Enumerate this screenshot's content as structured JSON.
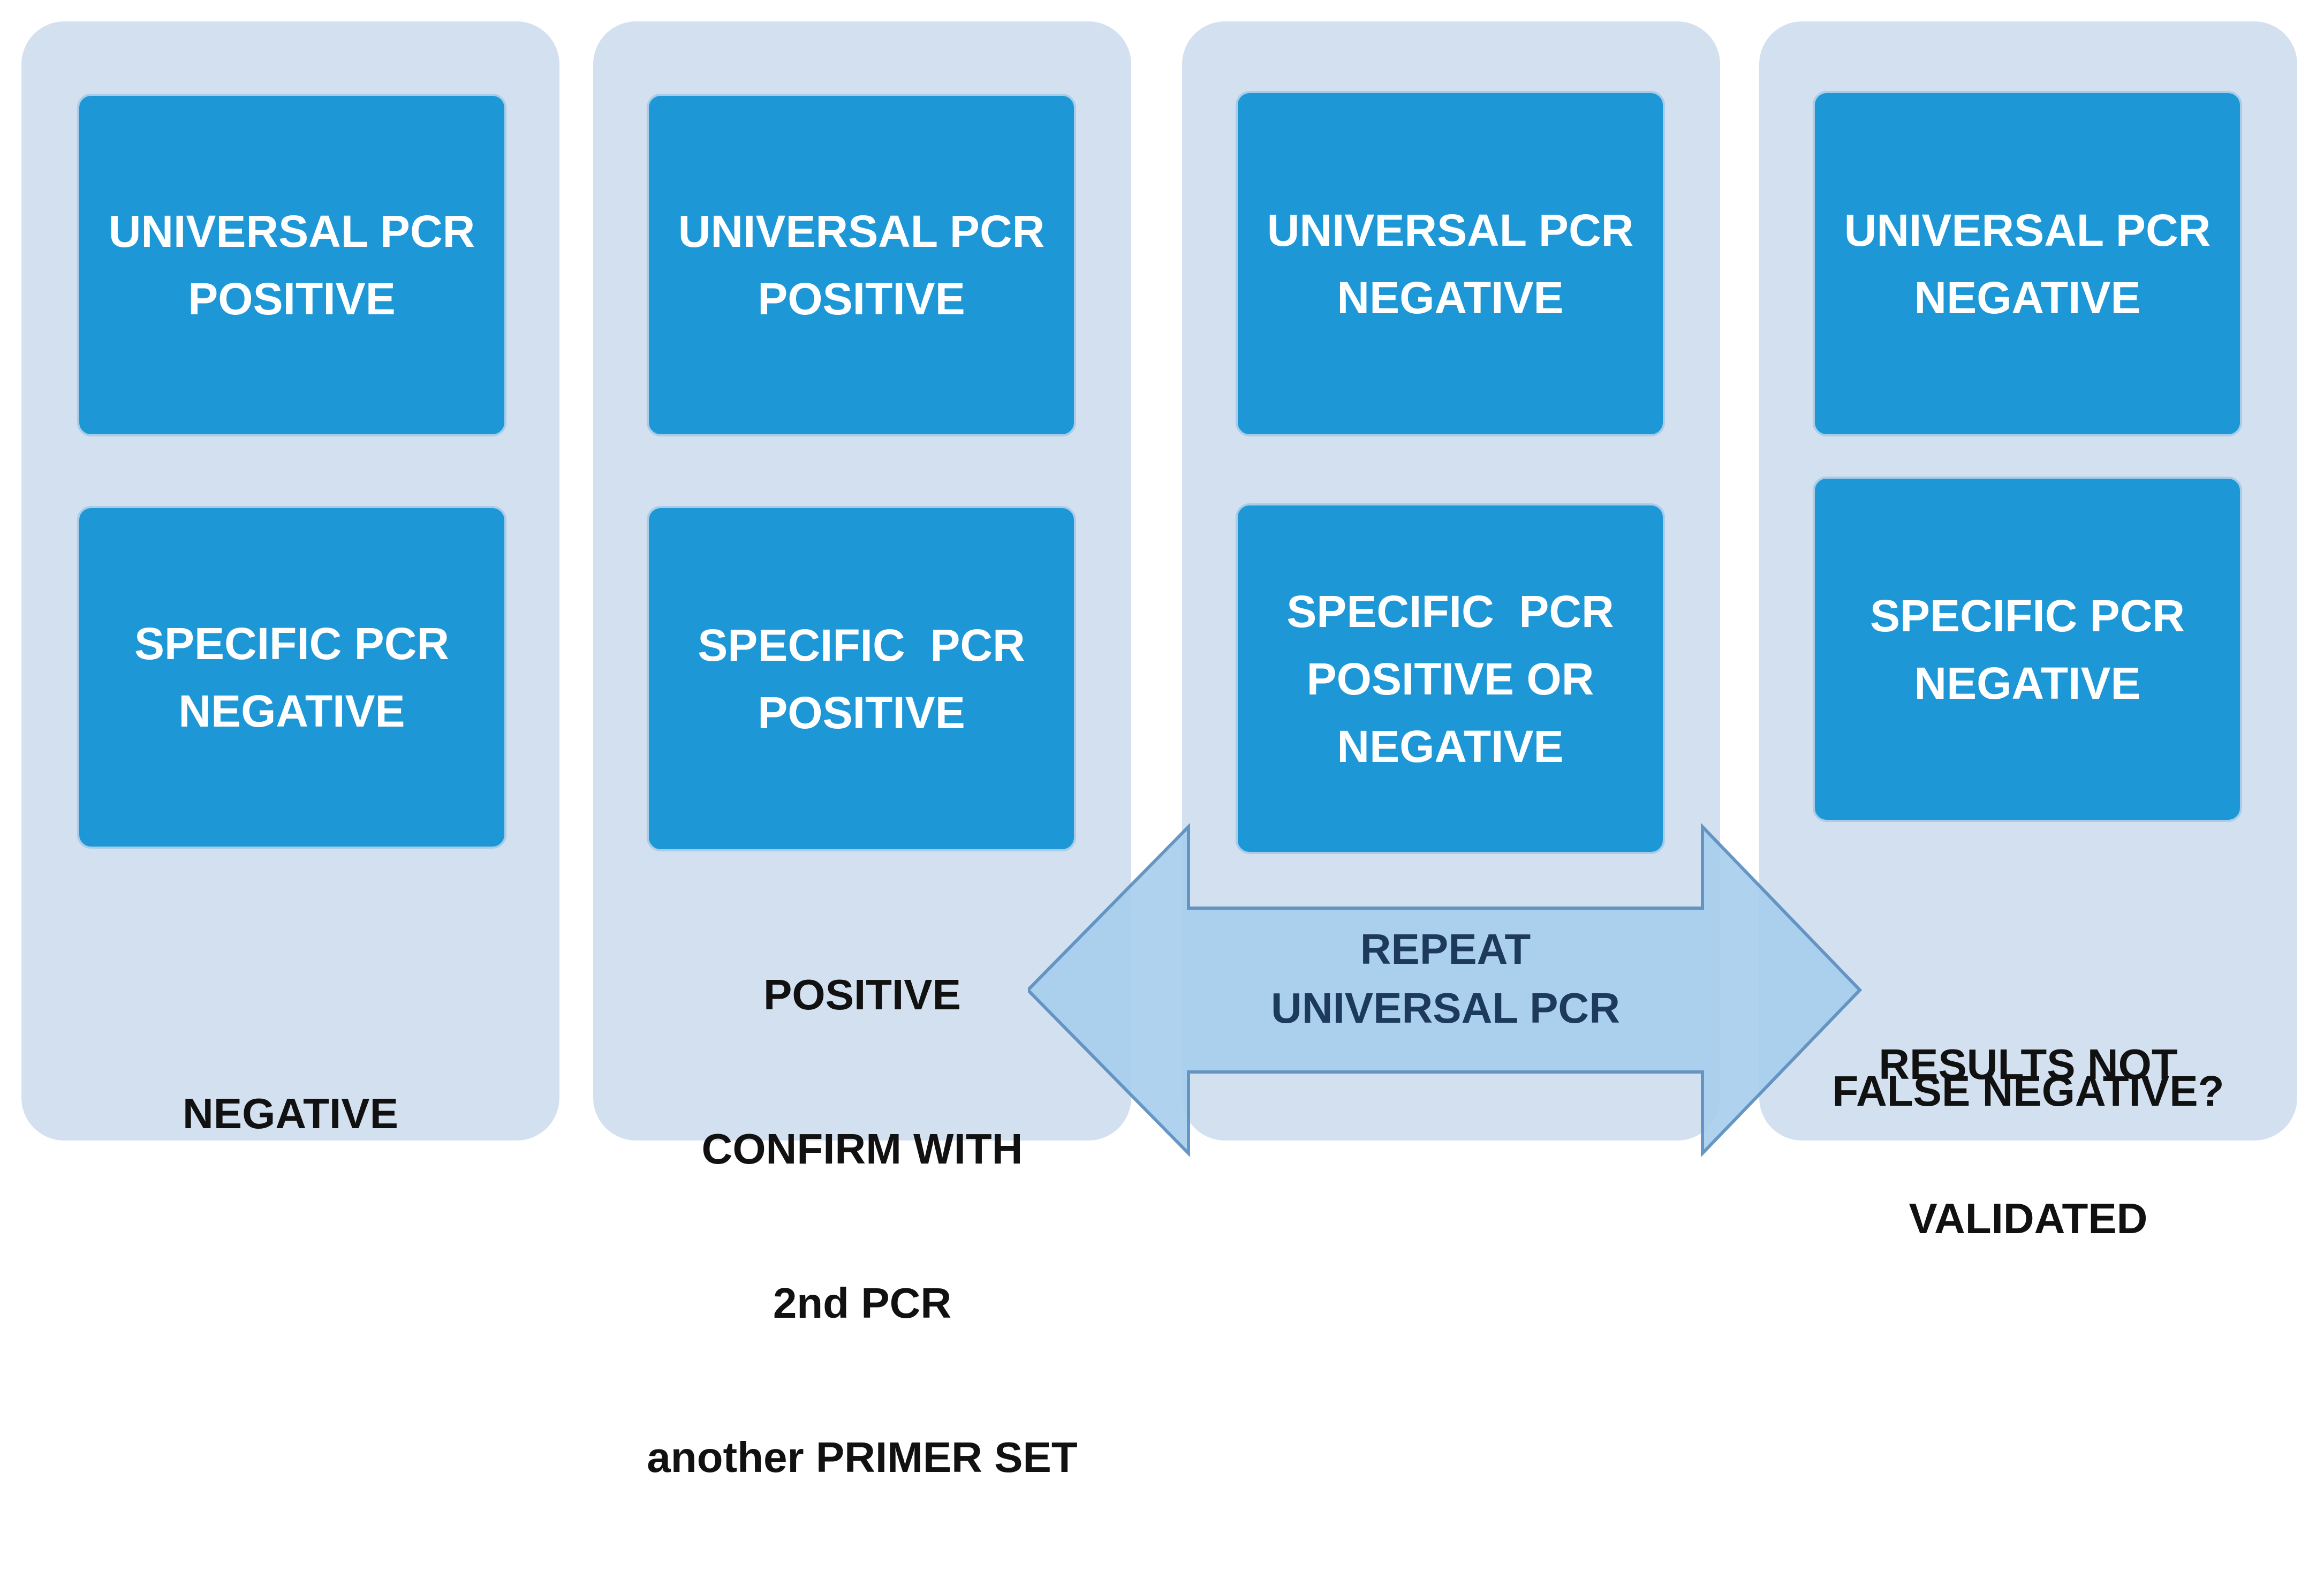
{
  "columns": [
    {
      "top_box": [
        "UNIVERSAL PCR",
        "POSITIVE"
      ],
      "bottom_box": [
        "SPECIFIC PCR",
        "NEGATIVE"
      ],
      "outcome": [
        "NEGATIVE"
      ]
    },
    {
      "top_box": [
        "UNIVERSAL PCR",
        "POSITIVE"
      ],
      "bottom_box": [
        "SPECIFIC  PCR",
        "POSITIVE"
      ],
      "outcome": [
        "POSITIVE",
        "CONFIRM WITH",
        "2nd PCR",
        "another PRIMER SET"
      ]
    },
    {
      "top_box": [
        "UNIVERSAL PCR",
        "NEGATIVE"
      ],
      "bottom_box": [
        "SPECIFIC  PCR",
        "POSITIVE OR",
        "NEGATIVE"
      ],
      "outcome": []
    },
    {
      "top_box": [
        "UNIVERSAL PCR",
        "NEGATIVE"
      ],
      "bottom_box": [
        "SPECIFIC PCR",
        "NEGATIVE"
      ],
      "outcome": [
        "RESULTS NOT",
        "VALIDATED"
      ],
      "outcome_question": "FALSE NEGATIVE?"
    }
  ],
  "arrow": {
    "label": [
      "REPEAT",
      "UNIVERSAL PCR"
    ],
    "fill_color": "#a9cfee",
    "stroke_color": "#5b8fbf"
  },
  "colors": {
    "column_bg": "#d2e0ef",
    "box_fill": "#1e97d6"
  }
}
